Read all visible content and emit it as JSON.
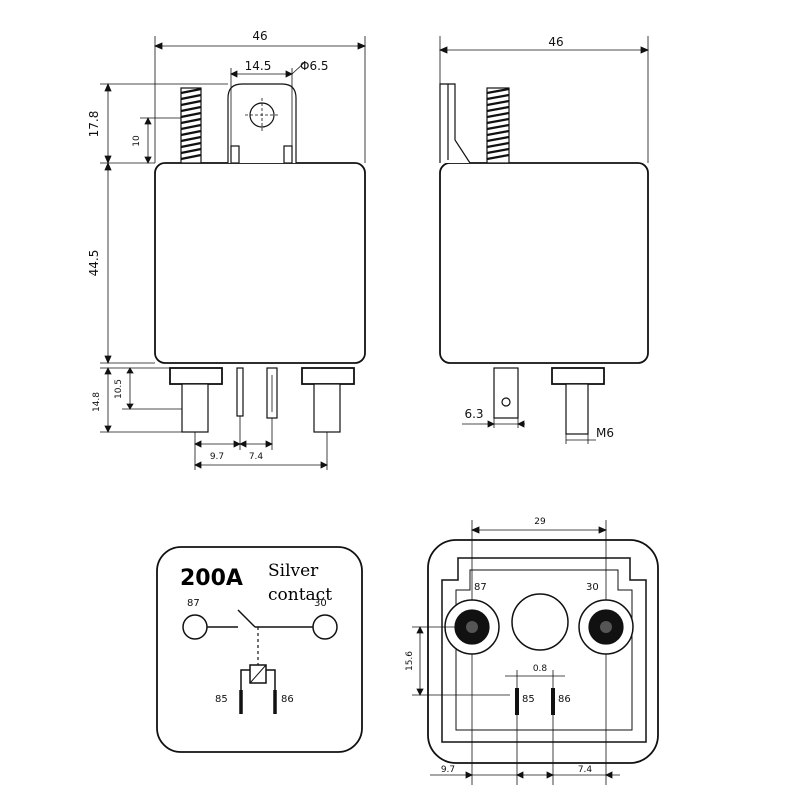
{
  "colors": {
    "line": "#111111",
    "body_fill": "#ffffff",
    "terminal_fill": "#111111"
  },
  "front_view": {
    "width": "46",
    "tab_spacing": "14.5",
    "hole_diameter": "Φ6.5",
    "top_height": "17.8",
    "coil_height": "10",
    "body_height": "44.5",
    "pin_length": "14.8",
    "pin_short": "10.5",
    "pin_offset_a": "9.7",
    "pin_offset_b": "7.4"
  },
  "side_view": {
    "width": "46",
    "blade_width": "6.3",
    "stud_thread": "M6"
  },
  "schematic": {
    "rating": "200A",
    "contact_line1": "Silver",
    "contact_line2": "contact",
    "pin_87": "87",
    "pin_30": "30",
    "pin_85": "85",
    "pin_86": "86"
  },
  "bottom_view": {
    "spacing_top": "29",
    "pin_87": "87",
    "pin_30": "30",
    "height_side": "15.6",
    "blade_gap": "0.8",
    "pin_85": "85",
    "pin_86": "86",
    "offset_left": "9.7",
    "offset_right": "7.4"
  }
}
